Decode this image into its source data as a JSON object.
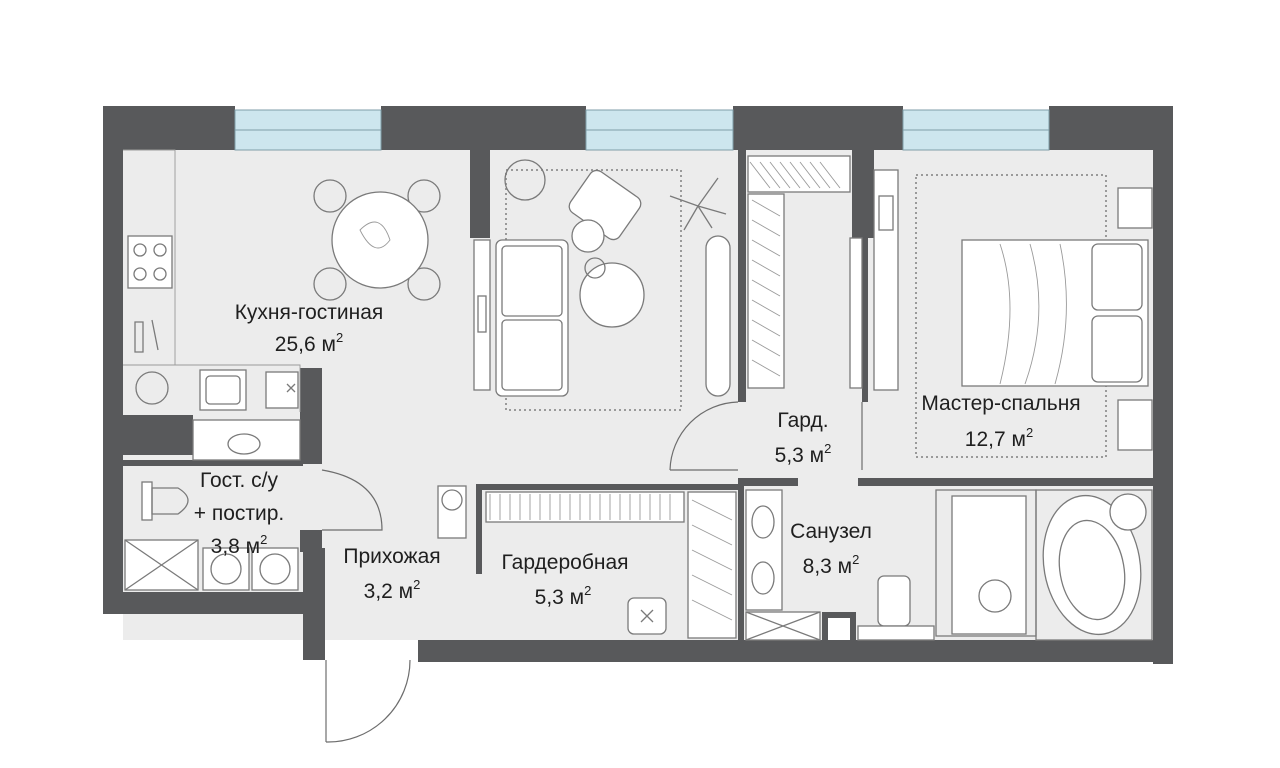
{
  "rooms": {
    "kitchen_living": {
      "name": "Кухня-гостиная",
      "area": "25,6 м",
      "unit_sup": "2"
    },
    "guest_bath": {
      "name_line1": "Гост. с/у",
      "name_line2": "+ постир.",
      "area": "3,8 м",
      "unit_sup": "2"
    },
    "hallway": {
      "name": "Прихожая",
      "area": "3,2 м",
      "unit_sup": "2"
    },
    "wardrobe_room": {
      "name": "Гардеробная",
      "area": "5,3 м",
      "unit_sup": "2"
    },
    "wardrobe_small": {
      "name": "Гард.",
      "area": "5,3 м",
      "unit_sup": "2"
    },
    "bathroom": {
      "name": "Санузел",
      "area": "8,3 м",
      "unit_sup": "2"
    },
    "master_bedroom": {
      "name": "Мастер-спальня",
      "area": "12,7 м",
      "unit_sup": "2"
    }
  },
  "colors": {
    "wall": "#58595b",
    "floor": "#ececec",
    "window": "#cde6ee",
    "fixture_stroke": "#7a7a7a"
  },
  "icons": [
    "dining-table-icon",
    "stove-icon",
    "sink-icon",
    "sofa-icon",
    "armchair-icon",
    "coffee-table-icon",
    "plant-icon",
    "bed-icon",
    "toilet-icon",
    "washing-machine-icon",
    "bathtub-icon",
    "shower-icon",
    "wardrobe-icon",
    "floor-lamp-icon"
  ]
}
